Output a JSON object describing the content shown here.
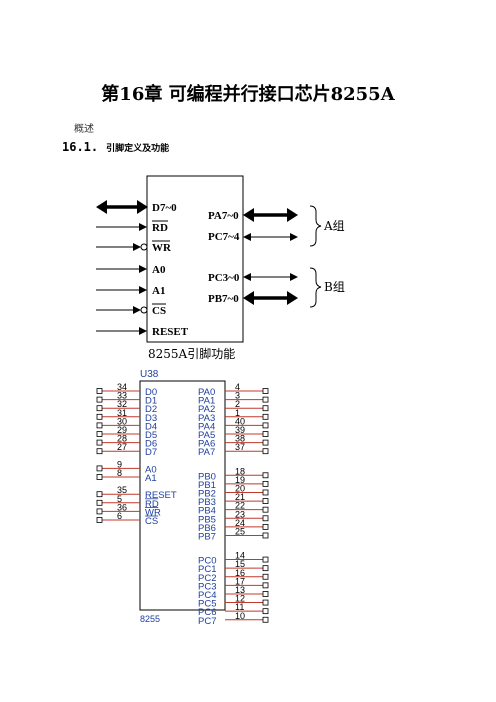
{
  "title": "第16章 可编程并行接口芯片8255A",
  "overview": "概述",
  "section": {
    "number": "16.1.",
    "text": "引脚定义及功能"
  },
  "diagram1": {
    "left_signals": [
      "D7~0",
      "RD",
      "WR",
      "A0",
      "A1",
      "CS",
      "RESET"
    ],
    "right_signals": [
      "PA7~0",
      "PC7~4",
      "PC3~0",
      "PB7~0"
    ],
    "group_a": "A组",
    "group_b": "B组",
    "caption": "8255A引脚功能"
  },
  "diagram2": {
    "ref": "U38",
    "part": "8255",
    "left_pins": [
      {
        "num": "34",
        "name": "D0"
      },
      {
        "num": "33",
        "name": "D1"
      },
      {
        "num": "32",
        "name": "D2"
      },
      {
        "num": "31",
        "name": "D3"
      },
      {
        "num": "30",
        "name": "D4"
      },
      {
        "num": "29",
        "name": "D5"
      },
      {
        "num": "28",
        "name": "D6"
      },
      {
        "num": "27",
        "name": "D7"
      },
      {
        "num": "9",
        "name": "A0"
      },
      {
        "num": "8",
        "name": "A1"
      },
      {
        "num": "35",
        "name": "RESET"
      },
      {
        "num": "5",
        "name": "RD"
      },
      {
        "num": "36",
        "name": "WR"
      },
      {
        "num": "6",
        "name": "CS"
      }
    ],
    "right_pins": [
      {
        "num": "4",
        "name": "PA0"
      },
      {
        "num": "3",
        "name": "PA1"
      },
      {
        "num": "2",
        "name": "PA2"
      },
      {
        "num": "1",
        "name": "PA3"
      },
      {
        "num": "40",
        "name": "PA4"
      },
      {
        "num": "39",
        "name": "PA5"
      },
      {
        "num": "38",
        "name": "PA6"
      },
      {
        "num": "37",
        "name": "PA7"
      },
      {
        "num": "18",
        "name": "PB0"
      },
      {
        "num": "19",
        "name": "PB1"
      },
      {
        "num": "20",
        "name": "PB2"
      },
      {
        "num": "21",
        "name": "PB3"
      },
      {
        "num": "22",
        "name": "PB4"
      },
      {
        "num": "23",
        "name": "PB5"
      },
      {
        "num": "24",
        "name": "PB6"
      },
      {
        "num": "25",
        "name": "PB7"
      },
      {
        "num": "14",
        "name": "PC0"
      },
      {
        "num": "15",
        "name": "PC1"
      },
      {
        "num": "16",
        "name": "PC2"
      },
      {
        "num": "17",
        "name": "PC3"
      },
      {
        "num": "13",
        "name": "PC4"
      },
      {
        "num": "12",
        "name": "PC5"
      },
      {
        "num": "11",
        "name": "PC6"
      },
      {
        "num": "10",
        "name": "PC7"
      }
    ]
  }
}
